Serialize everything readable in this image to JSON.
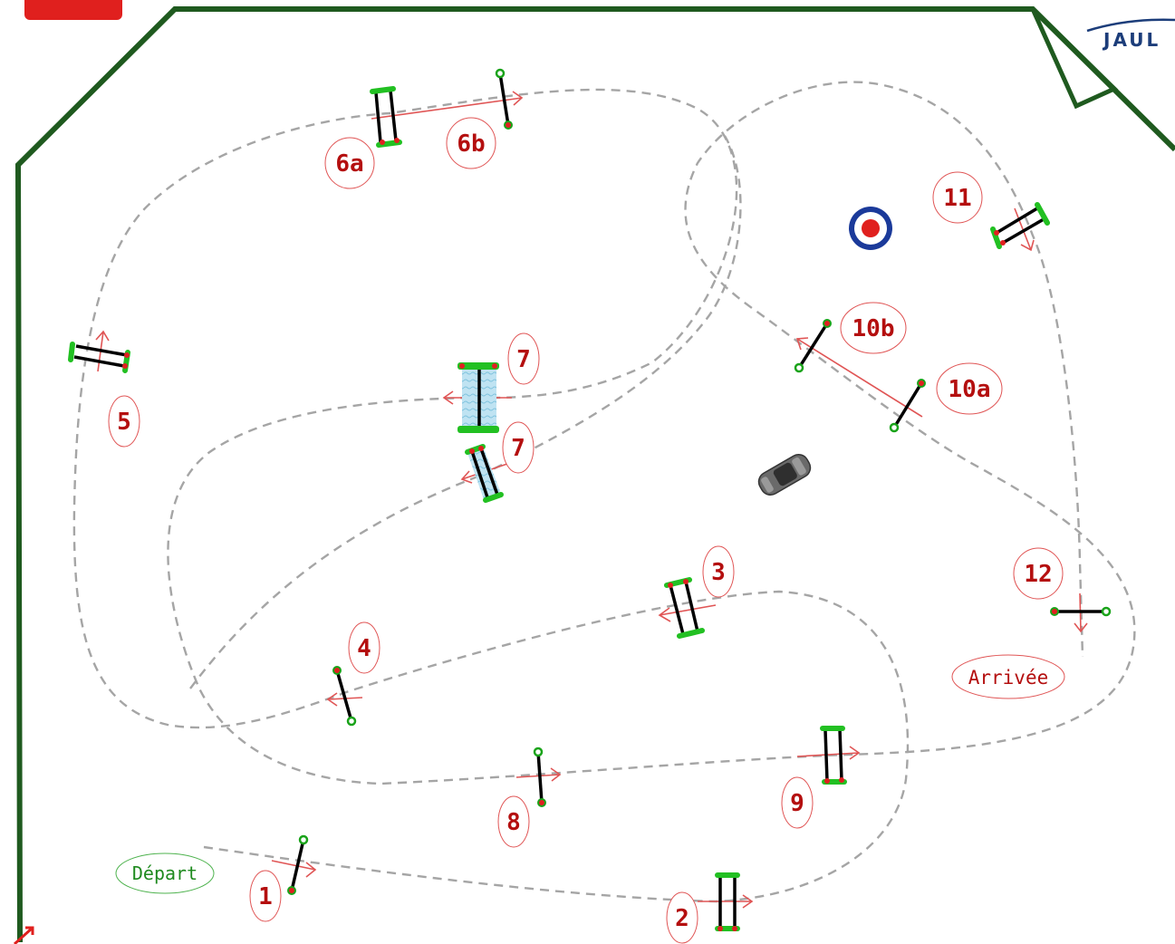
{
  "brand": {
    "text": "JAUL"
  },
  "colors": {
    "arena_border": "#1f5a1f",
    "path": "#a5a5a5",
    "arrow": "#e05555",
    "label_red": "#b40f0f",
    "label_green": "#1f8a1f",
    "brand_red": "#e0201e"
  },
  "icons": [
    "target-icon",
    "car-icon",
    "corner-marker-icon"
  ],
  "start": {
    "label": "Départ"
  },
  "finish": {
    "label": "Arrivée"
  },
  "obstacles": [
    {
      "id": "1",
      "type": "vertical"
    },
    {
      "id": "2",
      "type": "oxer"
    },
    {
      "id": "3",
      "type": "oxer"
    },
    {
      "id": "4",
      "type": "vertical"
    },
    {
      "id": "5",
      "type": "oxer"
    },
    {
      "id": "6a",
      "type": "oxer"
    },
    {
      "id": "6b",
      "type": "vertical"
    },
    {
      "id": "7",
      "type": "water-oxer"
    },
    {
      "id": "7",
      "type": "water-oxer"
    },
    {
      "id": "8",
      "type": "vertical"
    },
    {
      "id": "9",
      "type": "oxer"
    },
    {
      "id": "10a",
      "type": "vertical"
    },
    {
      "id": "10b",
      "type": "vertical"
    },
    {
      "id": "11",
      "type": "oxer"
    },
    {
      "id": "12",
      "type": "vertical"
    }
  ]
}
